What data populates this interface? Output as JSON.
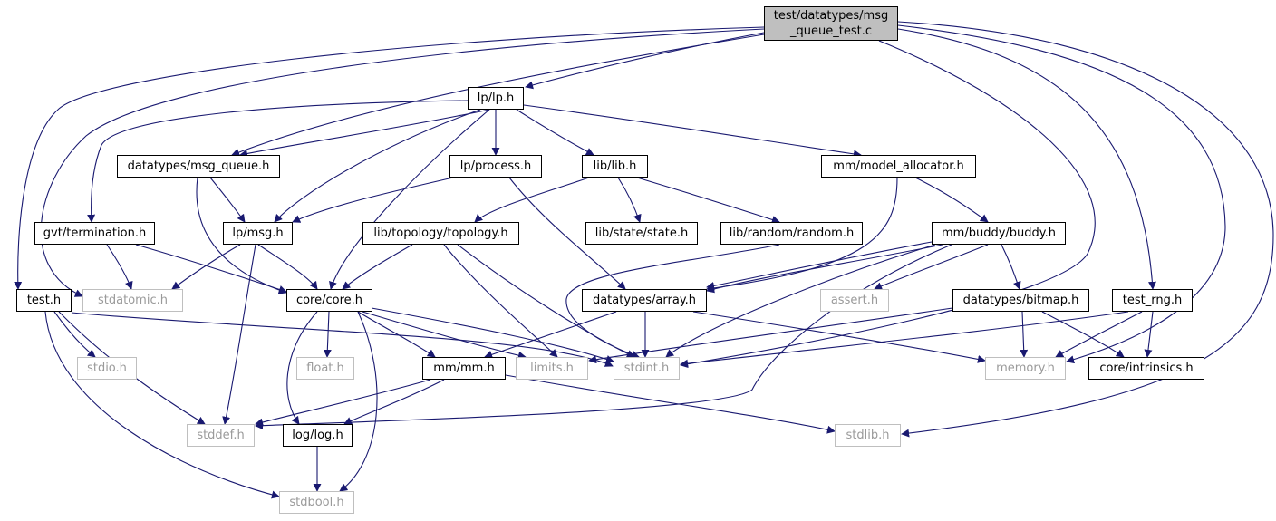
{
  "graph": {
    "edge_color": "#191970",
    "root_fill": "#bfbfbf",
    "external_border": "#bfbfbf",
    "nodes": {
      "msg_queue_test": "test/datatypes/msg\n_queue_test.c",
      "lp_lp": "lp/lp.h",
      "datatypes_msg_queue": "datatypes/msg_queue.h",
      "lp_process": "lp/process.h",
      "lib_lib": "lib/lib.h",
      "mm_model_allocator": "mm/model_allocator.h",
      "gvt_termination": "gvt/termination.h",
      "lp_msg": "lp/msg.h",
      "lib_topology": "lib/topology/topology.h",
      "lib_state": "lib/state/state.h",
      "lib_random": "lib/random/random.h",
      "mm_buddy": "mm/buddy/buddy.h",
      "test_h": "test.h",
      "stdatomic": "stdatomic.h",
      "core_core": "core/core.h",
      "datatypes_array": "datatypes/array.h",
      "assert_h": "assert.h",
      "datatypes_bitmap": "datatypes/bitmap.h",
      "test_rng": "test_rng.h",
      "stdio_h": "stdio.h",
      "float_h": "float.h",
      "mm_mm": "mm/mm.h",
      "limits_h": "limits.h",
      "stdint_h": "stdint.h",
      "memory_h": "memory.h",
      "core_intrinsics": "core/intrinsics.h",
      "stddef_h": "stddef.h",
      "log_log": "log/log.h",
      "stdlib_h": "stdlib.h",
      "stdbool_h": "stdbool.h"
    }
  }
}
